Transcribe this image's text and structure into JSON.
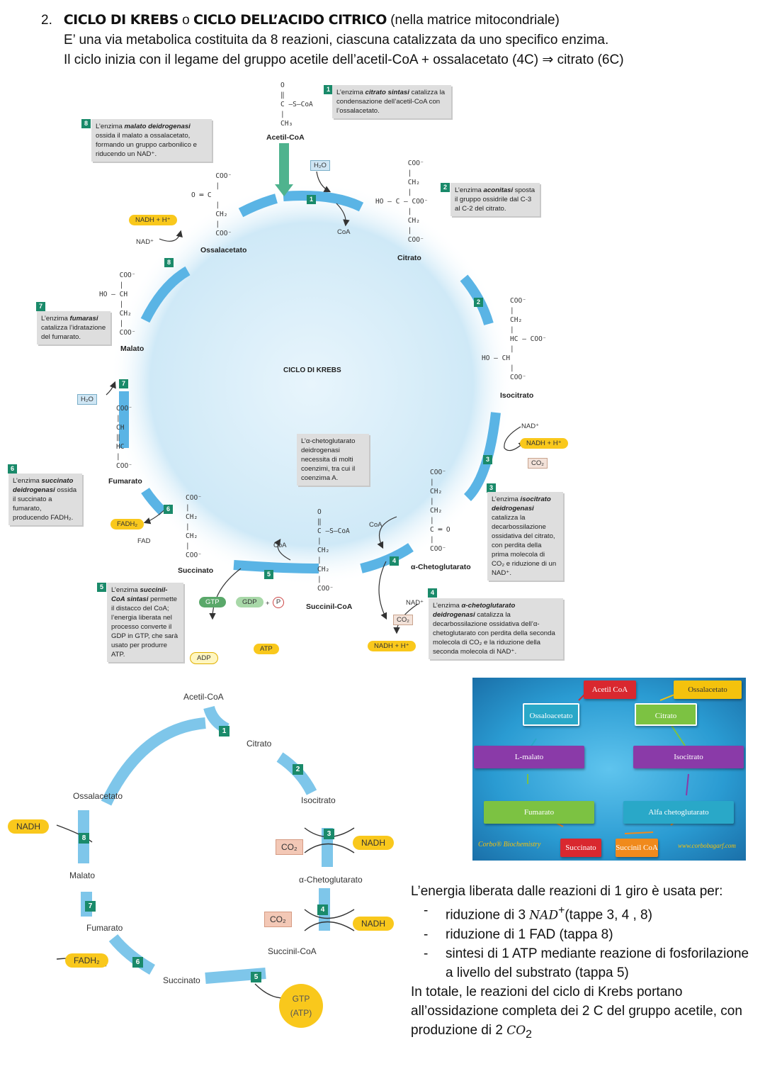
{
  "header": {
    "number": "2.",
    "title_a": "CICLO DI KREBS",
    "title_or": " o ",
    "title_b": "CICLO DELL’ACIDO CITRICO",
    "title_note": " (nella matrice mitocondriale)",
    "line1": "E’ una via metabolica costituita da 8 reazioni, ciascuna catalizzata da uno specifico enzima.",
    "line2": "Il ciclo inizia con il legame del gruppo acetile dell’acetil-CoA + ossalacetato (4C) ⇒ citrato (6C)"
  },
  "diagram1": {
    "center_label": "CICLO DI KREBS",
    "molecules": {
      "acetil": "Acetil-CoA",
      "citrato": "Citrato",
      "isocitrato": "Isocitrato",
      "chetoglutarato": "α-Chetoglutarato",
      "succinil": "Succinil-CoA",
      "succinato": "Succinato",
      "fumarato": "Fumarato",
      "malato": "Malato",
      "ossalacetato": "Ossalacetato"
    },
    "notes": {
      "n1a": "L’enzima ",
      "n1b": "citrato sintasi",
      "n1c": " catalizza la condensazione dell’acetil-CoA con l’ossalacetato.",
      "n2a": "L’enzima ",
      "n2b": "aconitasi",
      "n2c": " sposta il gruppo ossidrile dal C-3 al C-2 del citrato.",
      "n3a": "L’enzima ",
      "n3b": "isocitrato deidrogenasi",
      "n3c": " catalizza la decarbossilazione ossidativa del citrato, con perdita della prima molecola di CO₂ e riduzione di un NAD⁺.",
      "n4a": "L’enzima ",
      "n4b": "α-chetoglutarato deidrogenasi",
      "n4c": " catalizza la decarbossilazione ossidativa dell’α-chetoglutarato con perdita della seconda molecola di CO₂ e la riduzione della seconda molecola di NAD⁺.",
      "n5a": "L’enzima ",
      "n5b": "succinil-CoA sintasi",
      "n5c": " permette il distacco del CoA; l’energia liberata nel processo converte il GDP in GTP, che sarà usato per produrre ATP.",
      "n6a": "L’enzima ",
      "n6b": "succinato deidrogenasi",
      "n6c": " ossida il succinato a fumarato, producendo FADH₂.",
      "n7a": "L’enzima ",
      "n7b": "fumarasi",
      "n7c": " catalizza l’idratazione del fumarato.",
      "n8a": "L’enzima ",
      "n8b": "malato deidrogenasi",
      "n8c": " ossida il malato a ossalacetato, formando un gruppo carbonilico e riducendo un NAD⁺.",
      "nc": "L’α-chetoglutarato deidrogenasi necessita di molti coenzimi, tra cui il coenzima A."
    },
    "labels": {
      "h2o": "H₂O",
      "coa": "CoA",
      "nad": "NAD⁺",
      "nadh": "NADH + H⁺",
      "co2": "CO₂",
      "fadh2": "FADH₂",
      "fad": "FAD",
      "gtp": "GTP",
      "gdp": "GDP",
      "plus": "+",
      "p": "P",
      "adp": "ADP",
      "atp": "ATP"
    },
    "steps": [
      "1",
      "2",
      "3",
      "4",
      "5",
      "6",
      "7",
      "8"
    ]
  },
  "diagram2": {
    "acetil": "Acetil-CoA",
    "citrato": "Citrato",
    "isocitrato": "Isocitrato",
    "cheto": "α-Chetoglutarato",
    "succinil": "Succinil-CoA",
    "succinato": "Succinato",
    "fumarato": "Fumarato",
    "malato": "Malato",
    "ossalacetato": "Ossalacetato",
    "nadh": "NADH",
    "co2": "CO₂",
    "fadh2": "FADH₂",
    "gtp": "GTP",
    "atp": "(ATP)"
  },
  "diagram3": {
    "acetil": "Acetil CoA",
    "ossalacetato_top": "Ossalacetato",
    "ossaloacetato": "Ossaloacetato",
    "citrato": "Citrato",
    "lmalato": "L-malato",
    "isocitrato": "Isocitrato",
    "fumarato": "Fumarato",
    "alfa": "Alfa chetoglutarato",
    "succinato": "Succinato",
    "succinil": "Succinil CoA",
    "brand": "Corbo® Biochemistry",
    "site": "www.corbobagarf.com",
    "colors": {
      "red": "#d9282f",
      "yellow": "#f4c20d",
      "teal": "#29a8c8",
      "green": "#7cc242",
      "purple": "#8a3aa8",
      "orange": "#f08a1c"
    }
  },
  "text": {
    "intro": "L’energia liberata dalle reazioni di 1 giro è usata per:",
    "b1a": "riduzione di 3 ",
    "b1m": "NAD",
    "b1s": "+",
    "b1b": "(tappe 3, 4 , 8)",
    "b2": "riduzione di 1 FAD (tappa 8)",
    "b3": "sintesi di 1 ATP mediante reazione di fosforilazione a livello del substrato (tappa 5)",
    "c1": "In totale, le reazioni del ciclo di Krebs portano all’ossidazione completa dei 2 C del gruppo acetile, con produzione di 2 ",
    "cm": "CO",
    "cs": "2"
  }
}
